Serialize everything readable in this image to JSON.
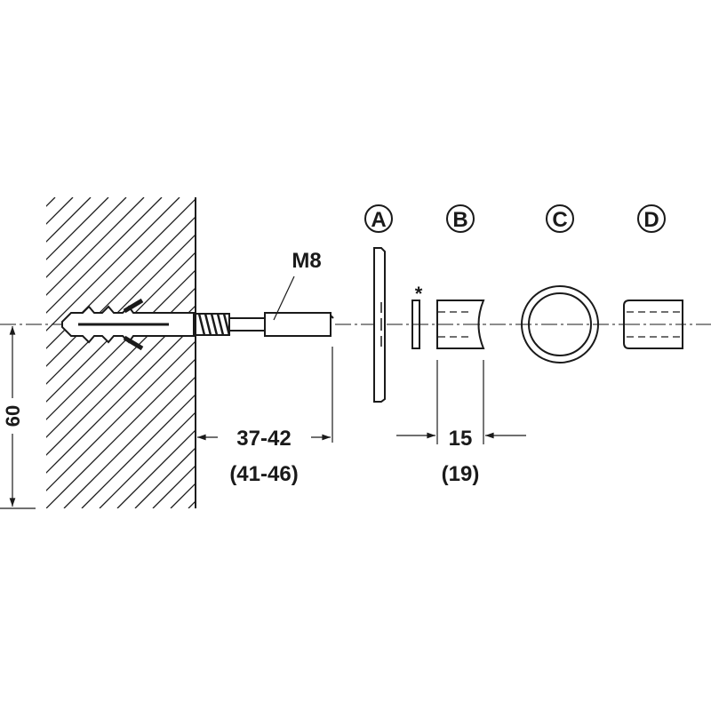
{
  "labels": {
    "thread": "M8",
    "length_dim": "37-42",
    "length_dim_alt": "(41-46)",
    "height_dim": "60",
    "spacer_dim": "15",
    "spacer_dim_alt": "(19)",
    "asterisk": "*"
  },
  "parts": [
    {
      "letter": "A"
    },
    {
      "letter": "B"
    },
    {
      "letter": "C"
    },
    {
      "letter": "D"
    }
  ],
  "colors": {
    "line": "#1a1a1a",
    "background": "#ffffff"
  }
}
